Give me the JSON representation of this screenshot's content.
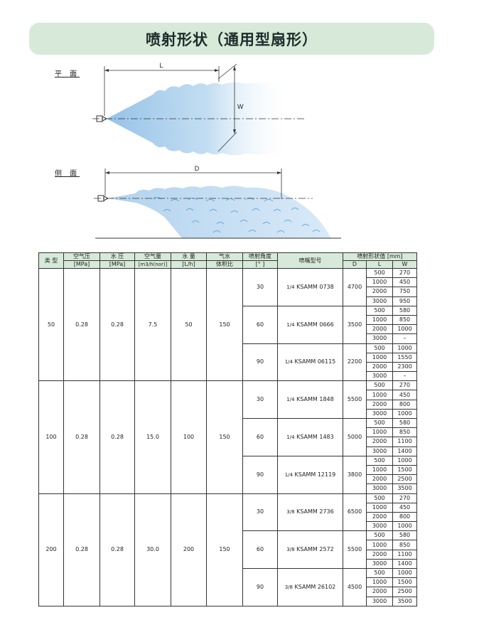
{
  "title": "喷射形状（通用型扇形）",
  "diagram": {
    "plan_label": "平 面",
    "side_label": "侧 面",
    "dim_L": "L",
    "dim_W": "W",
    "dim_D": "D"
  },
  "table": {
    "headers": {
      "type": "类 型",
      "air_pressure": "空气压",
      "air_pressure_unit": "[MPa]",
      "water_pressure": "水 压",
      "water_pressure_unit": "[MPa]",
      "air_flow": "空气量",
      "air_flow_unit": "[m3/h(nor)]",
      "water_flow": "水 量",
      "water_flow_unit": "[L/h]",
      "ratio": "气水",
      "ratio2": "体积比",
      "angle": "喷射角度",
      "angle_unit": "[° ]",
      "model": "喷嘴型号",
      "shape": "喷射形状值 [mm]",
      "D": "D",
      "L": "L",
      "W": "W"
    },
    "groups": [
      {
        "type": "50",
        "air_pressure": "0.28",
        "water_pressure": "0.28",
        "air_flow": "7.5",
        "water_flow": "50",
        "ratio": "150",
        "angles": [
          {
            "angle": "30",
            "frac": "1/4",
            "model": "KSAMM 0738",
            "D": "4700",
            "rows": [
              {
                "L": "500",
                "W": "270"
              },
              {
                "L": "1000",
                "W": "450"
              },
              {
                "L": "2000",
                "W": "750"
              },
              {
                "L": "3000",
                "W": "950"
              }
            ]
          },
          {
            "angle": "60",
            "frac": "1/4",
            "model": "KSAMM 0666",
            "D": "3500",
            "rows": [
              {
                "L": "500",
                "W": "580"
              },
              {
                "L": "1000",
                "W": "850"
              },
              {
                "L": "2000",
                "W": "1000"
              },
              {
                "L": "3000",
                "W": "–"
              }
            ]
          },
          {
            "angle": "90",
            "frac": "1/4",
            "model": "KSAMM 06115",
            "D": "2200",
            "rows": [
              {
                "L": "500",
                "W": "1000"
              },
              {
                "L": "1000",
                "W": "1550"
              },
              {
                "L": "2000",
                "W": "2300"
              },
              {
                "L": "3000",
                "W": "–"
              }
            ]
          }
        ]
      },
      {
        "type": "100",
        "air_pressure": "0.28",
        "water_pressure": "0.28",
        "air_flow": "15.0",
        "water_flow": "100",
        "ratio": "150",
        "angles": [
          {
            "angle": "30",
            "frac": "1/4",
            "model": "KSAMM 1848",
            "D": "5500",
            "rows": [
              {
                "L": "500",
                "W": "270"
              },
              {
                "L": "1000",
                "W": "450"
              },
              {
                "L": "2000",
                "W": "800"
              },
              {
                "L": "3000",
                "W": "1000"
              }
            ]
          },
          {
            "angle": "60",
            "frac": "1/4",
            "model": "KSAMM 1483",
            "D": "5000",
            "rows": [
              {
                "L": "500",
                "W": "580"
              },
              {
                "L": "1000",
                "W": "850"
              },
              {
                "L": "2000",
                "W": "1100"
              },
              {
                "L": "3000",
                "W": "1400"
              }
            ]
          },
          {
            "angle": "90",
            "frac": "1/4",
            "model": "KSAMM 12119",
            "D": "3800",
            "rows": [
              {
                "L": "500",
                "W": "1000"
              },
              {
                "L": "1000",
                "W": "1500"
              },
              {
                "L": "2000",
                "W": "2500"
              },
              {
                "L": "3000",
                "W": "3500"
              }
            ]
          }
        ]
      },
      {
        "type": "200",
        "air_pressure": "0.28",
        "water_pressure": "0.28",
        "air_flow": "30.0",
        "water_flow": "200",
        "ratio": "150",
        "angles": [
          {
            "angle": "30",
            "frac": "3/8",
            "model": "KSAMM 2736",
            "D": "6500",
            "rows": [
              {
                "L": "500",
                "W": "270"
              },
              {
                "L": "1000",
                "W": "450"
              },
              {
                "L": "2000",
                "W": "800"
              },
              {
                "L": "3000",
                "W": "1000"
              }
            ]
          },
          {
            "angle": "60",
            "frac": "3/8",
            "model": "KSAMM 2572",
            "D": "5500",
            "rows": [
              {
                "L": "500",
                "W": "580"
              },
              {
                "L": "1000",
                "W": "850"
              },
              {
                "L": "2000",
                "W": "1100"
              },
              {
                "L": "3000",
                "W": "1400"
              }
            ]
          },
          {
            "angle": "90",
            "frac": "3/8",
            "model": "KSAMM 26102",
            "D": "4500",
            "rows": [
              {
                "L": "500",
                "W": "1000"
              },
              {
                "L": "1000",
                "W": "1500"
              },
              {
                "L": "2000",
                "W": "2500"
              },
              {
                "L": "3000",
                "W": "3500"
              }
            ]
          }
        ]
      }
    ]
  },
  "colors": {
    "title_bg": "#d7ead9",
    "header_bg": "#d7ead9",
    "spray": "#9cc7e8"
  }
}
